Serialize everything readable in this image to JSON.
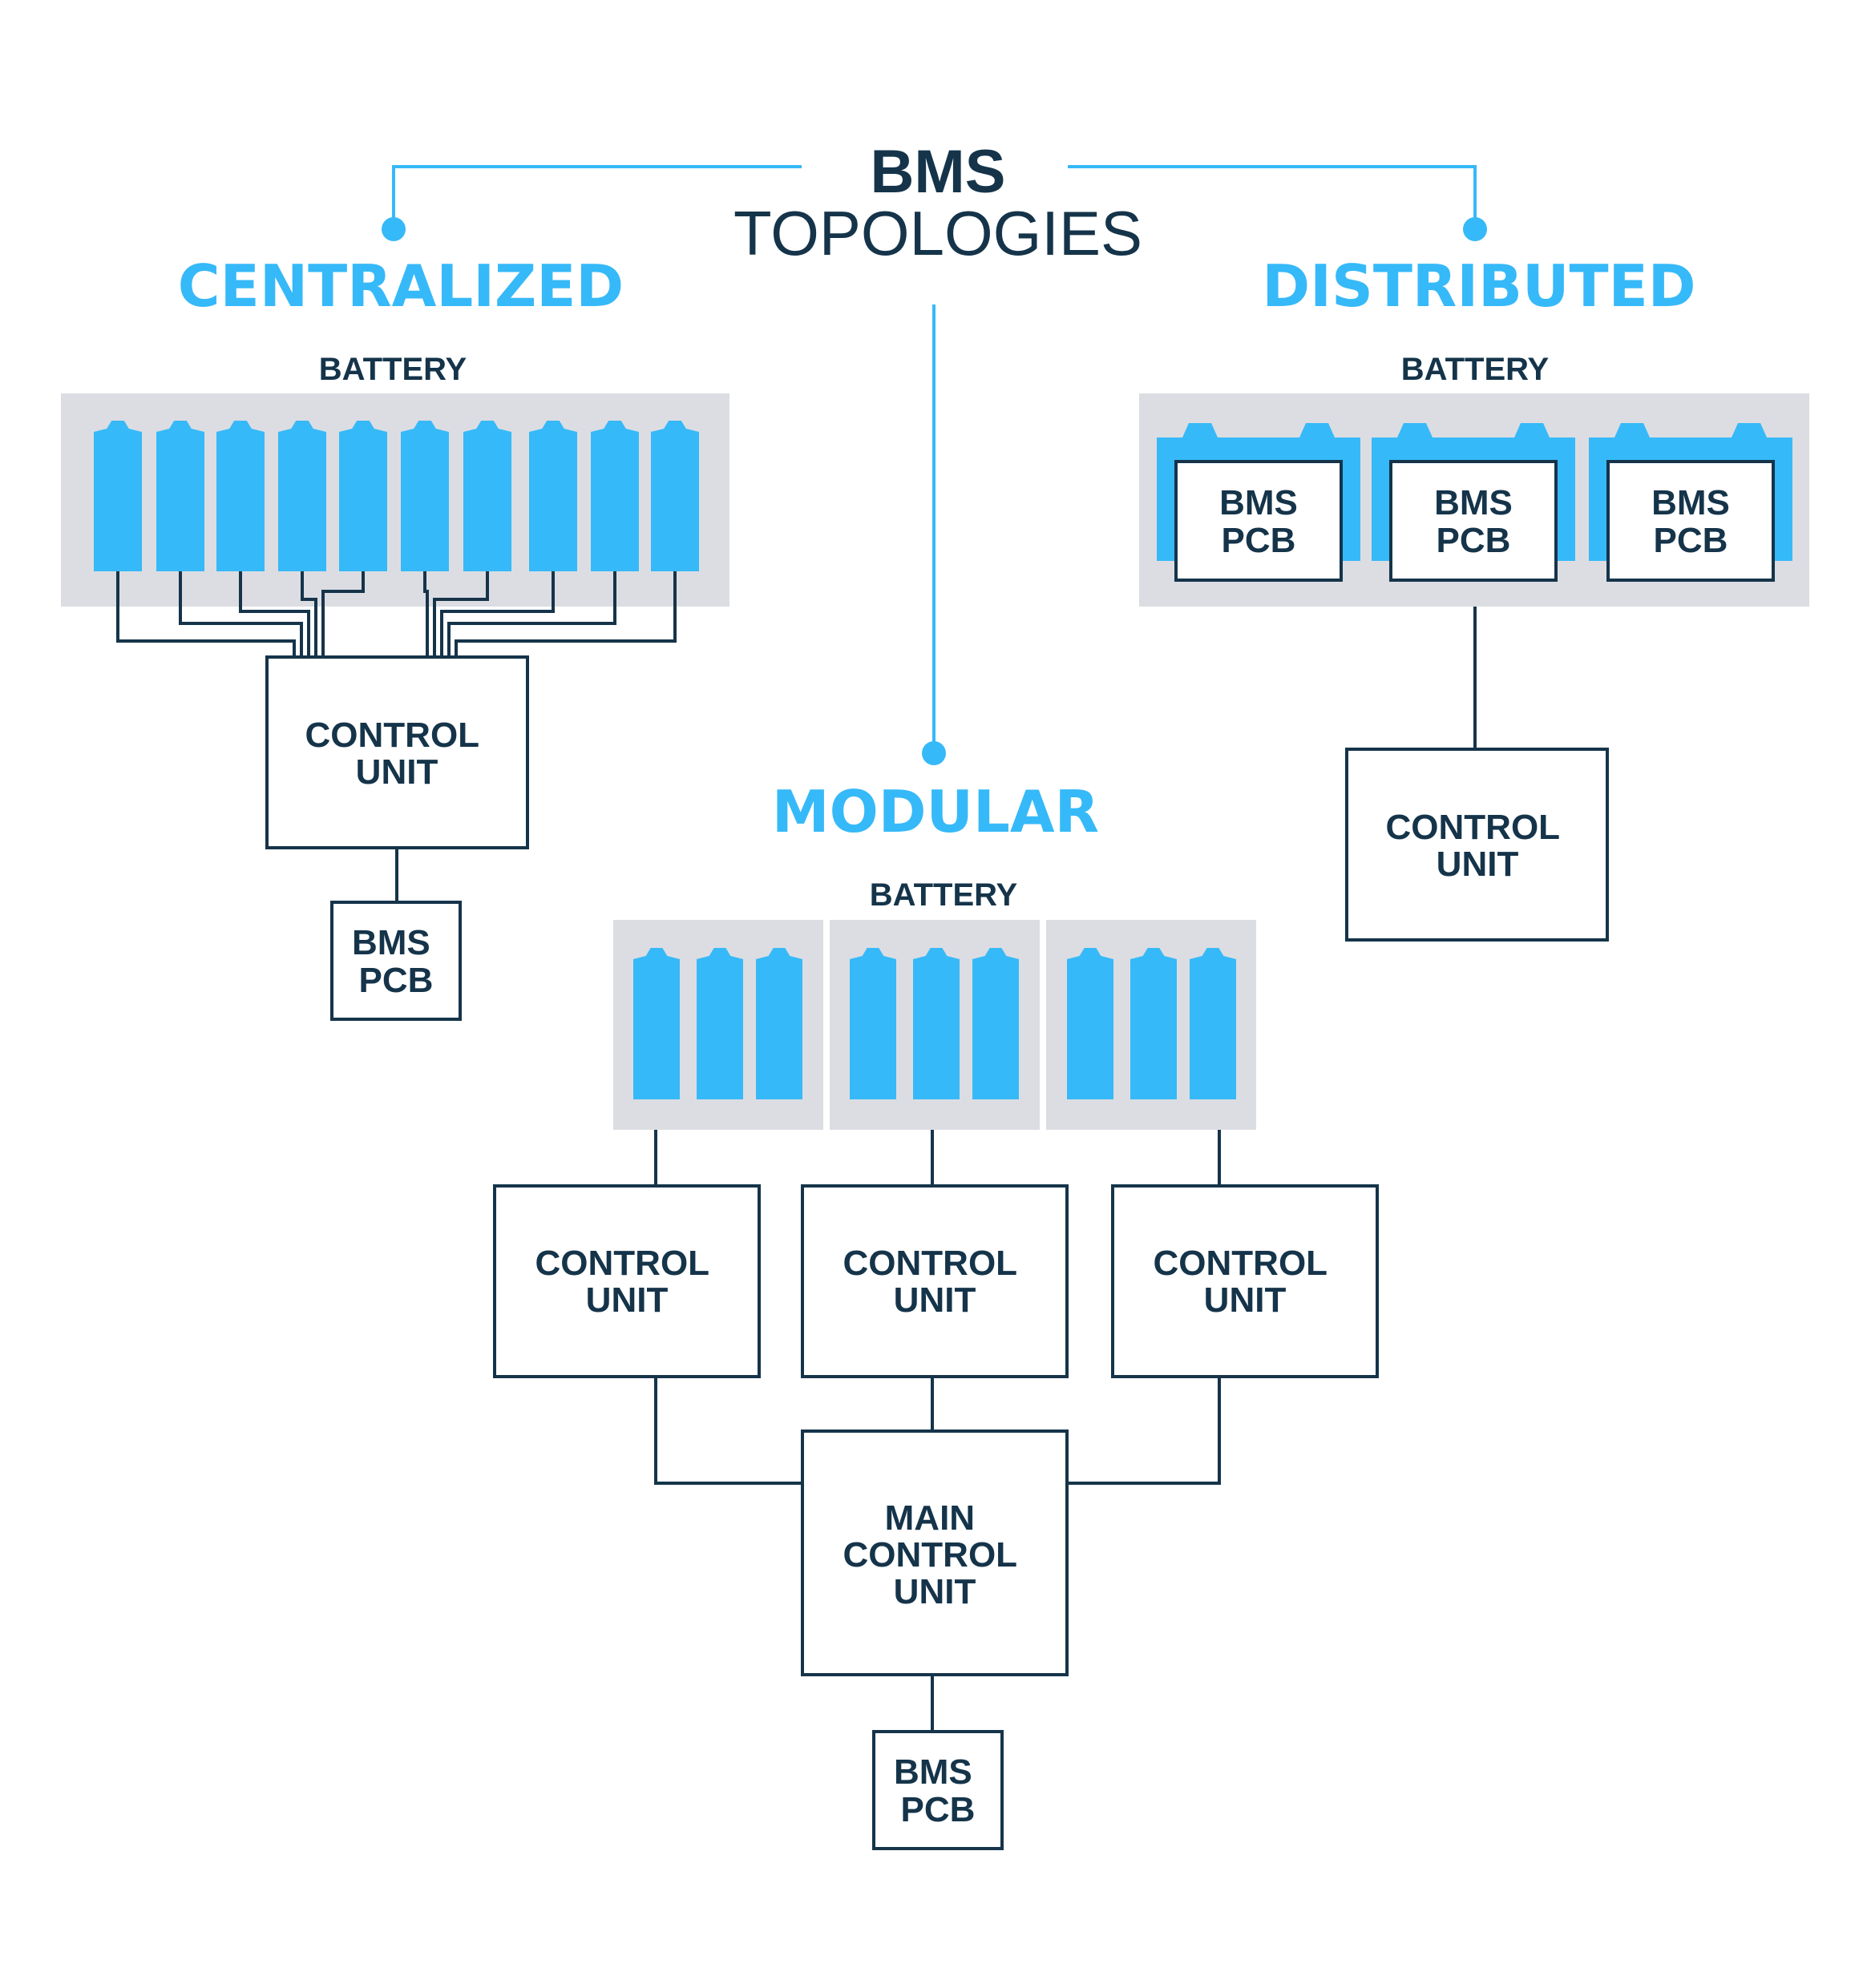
{
  "title": {
    "line1": "BMS",
    "line2": "TOPOLOGIES"
  },
  "colors": {
    "accent": "#36b9f8",
    "ink": "#15344a",
    "tray": "#dcdde2"
  },
  "centralized": {
    "heading": "CENTRALIZED",
    "battery_label": "BATTERY",
    "cell_count": 10,
    "control_unit": [
      "CONTROL",
      "UNIT"
    ],
    "bms_pcb": [
      "BMS",
      "PCB"
    ]
  },
  "modular": {
    "heading": "MODULAR",
    "battery_label": "BATTERY",
    "modules": 3,
    "cells_per_module": 3,
    "control_units": [
      [
        "CONTROL",
        "UNIT"
      ],
      [
        "CONTROL",
        "UNIT"
      ],
      [
        "CONTROL",
        "UNIT"
      ]
    ],
    "main_control_unit": [
      "MAIN",
      "CONTROL",
      "UNIT"
    ],
    "bms_pcb": [
      "BMS",
      "PCB"
    ]
  },
  "distributed": {
    "heading": "DISTRIBUTED",
    "battery_label": "BATTERY",
    "modules": [
      [
        "BMS",
        "PCB"
      ],
      [
        "BMS",
        "PCB"
      ],
      [
        "BMS",
        "PCB"
      ]
    ],
    "control_unit": [
      "CONTROL",
      "UNIT"
    ]
  }
}
